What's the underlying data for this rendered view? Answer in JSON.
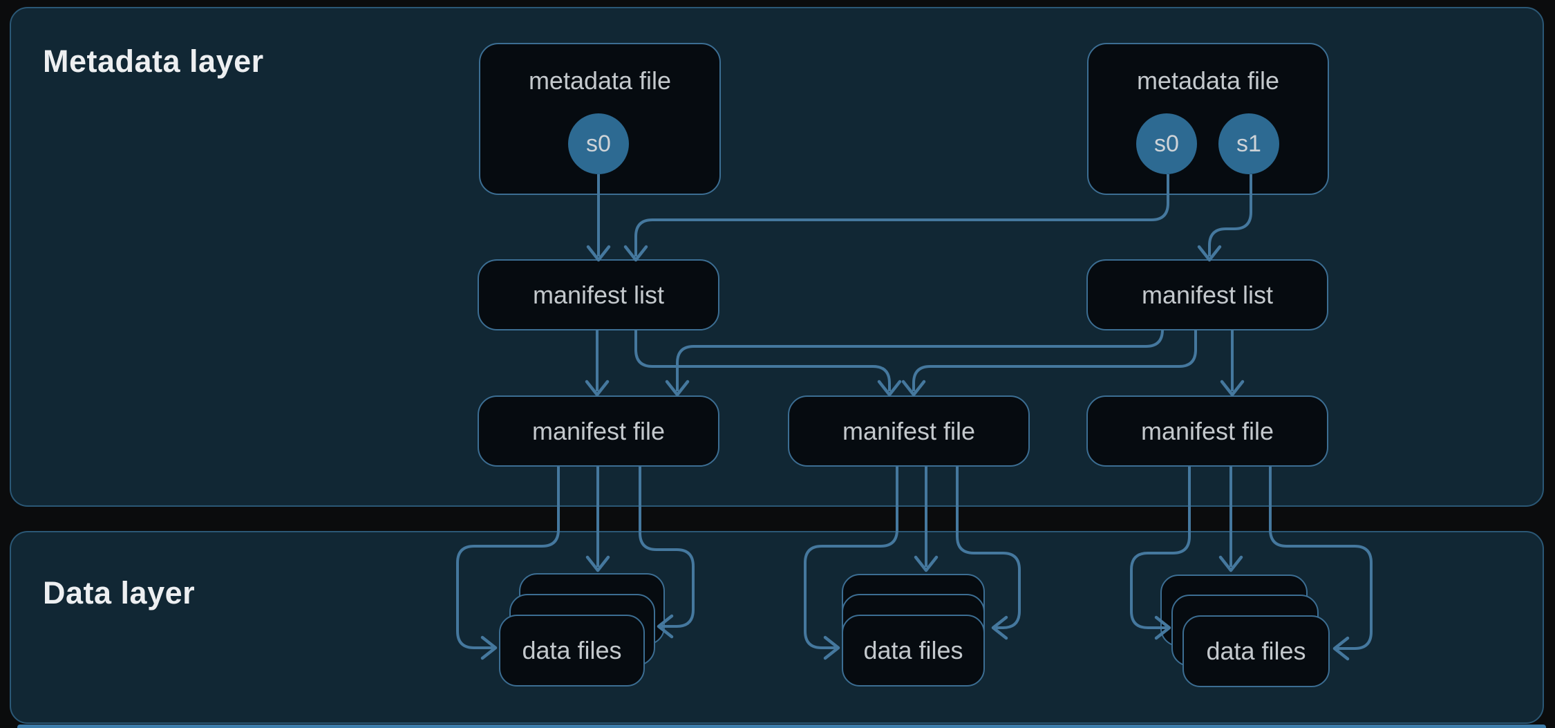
{
  "diagram": {
    "layers": {
      "metadata": {
        "title": "Metadata layer"
      },
      "data": {
        "title": "Data layer"
      }
    },
    "nodes": {
      "metadata_file_left": {
        "label": "metadata file",
        "snapshots": [
          "s0"
        ]
      },
      "metadata_file_right": {
        "label": "metadata file",
        "snapshots": [
          "s0",
          "s1"
        ]
      },
      "manifest_list_left": {
        "label": "manifest list"
      },
      "manifest_list_right": {
        "label": "manifest list"
      },
      "manifest_file_left": {
        "label": "manifest file"
      },
      "manifest_file_middle": {
        "label": "manifest file"
      },
      "manifest_file_right": {
        "label": "manifest file"
      },
      "data_files_left": {
        "label": "data files",
        "stack_count": 3
      },
      "data_files_middle": {
        "label": "data files",
        "stack_count": 3
      },
      "data_files_right": {
        "label": "data files",
        "stack_count": 3
      }
    },
    "connections": [
      {
        "from": "metadata_file_left.s0",
        "to": "manifest_list_left"
      },
      {
        "from": "metadata_file_right.s0",
        "to": "manifest_list_left"
      },
      {
        "from": "metadata_file_right.s1",
        "to": "manifest_list_right"
      },
      {
        "from": "manifest_list_left",
        "to": "manifest_file_left"
      },
      {
        "from": "manifest_list_left",
        "to": "manifest_file_middle"
      },
      {
        "from": "manifest_list_right",
        "to": "manifest_file_left"
      },
      {
        "from": "manifest_list_right",
        "to": "manifest_file_middle"
      },
      {
        "from": "manifest_list_right",
        "to": "manifest_file_right"
      },
      {
        "from": "manifest_file_left",
        "to": "data_files_left",
        "arrow_count": 3
      },
      {
        "from": "manifest_file_middle",
        "to": "data_files_middle",
        "arrow_count": 3
      },
      {
        "from": "manifest_file_right",
        "to": "data_files_right",
        "arrow_count": 3
      }
    ],
    "colors": {
      "page_background": "#0b0c0d",
      "panel_fill": "#112734",
      "panel_border": "#2b5876",
      "node_fill": "#060b10",
      "node_border": "#3c6e93",
      "connector": "#45789e",
      "snapshot_circle": "#2d6a92",
      "title_text": "#edeff1",
      "node_text": "#c4c9cd",
      "bottom_strip": "#3e7dab"
    }
  }
}
